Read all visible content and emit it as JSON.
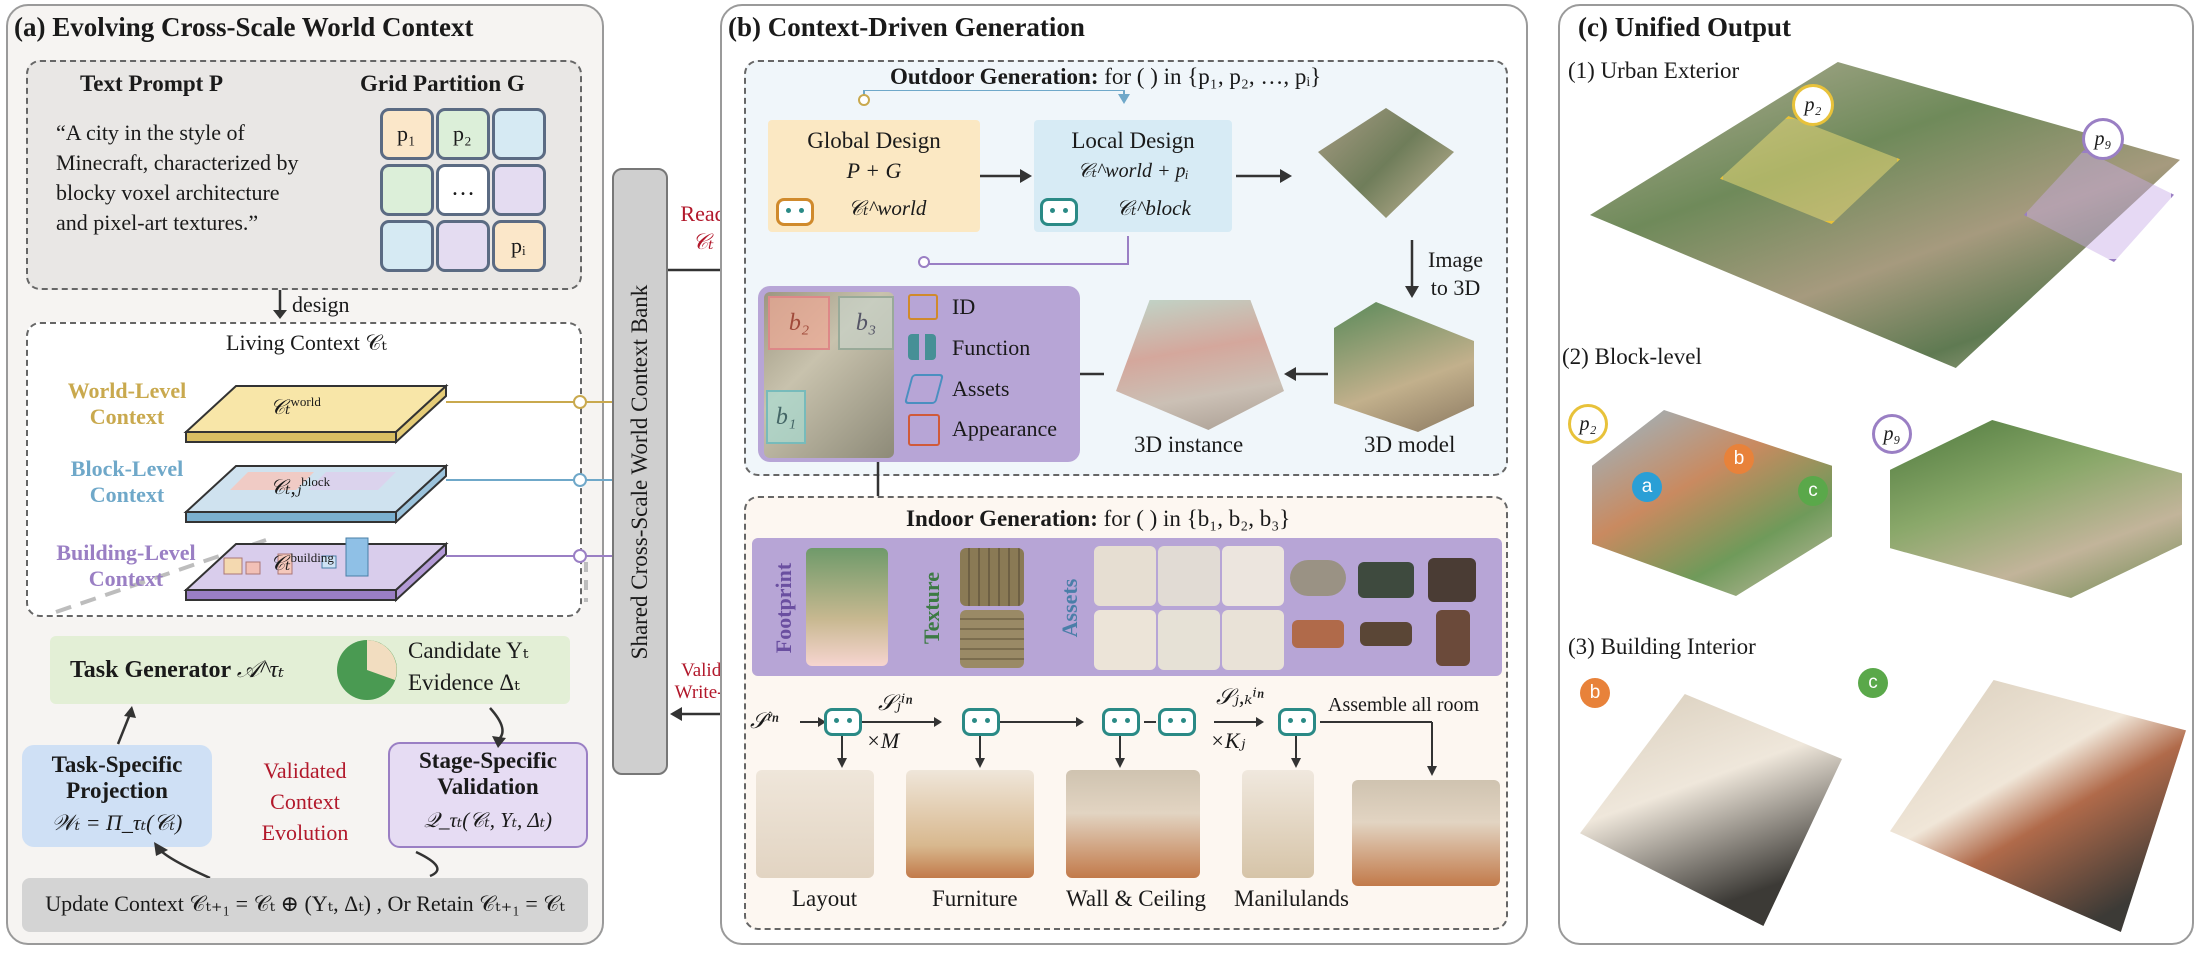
{
  "panel_a": {
    "title": "(a) Evolving Cross-Scale World Context",
    "prompt_title": "Text Prompt P",
    "prompt_text": [
      "“A city in the style of",
      "Minecraft, characterized by",
      "blocky voxel architecture",
      "and pixel-art textures.”"
    ],
    "grid_title": "Grid Partition G",
    "grid_cells": [
      "p₁",
      "p₂",
      "",
      "",
      "…",
      "",
      "",
      "",
      "pᵢ"
    ],
    "design_label": "design",
    "living_context": "Living Context 𝒞ₜ",
    "levels": [
      {
        "label": [
          "World-Level",
          "Context"
        ],
        "symbol": "𝒞ₜ",
        "sup": "world",
        "color": "#c9a94e"
      },
      {
        "label": [
          "Block-Level",
          "Context"
        ],
        "symbol": "𝒞ₜ,ⱼ",
        "sup": "block",
        "color": "#6fa8c9"
      },
      {
        "label": [
          "Building-Level",
          "Context"
        ],
        "symbol": "𝒞ₜ",
        "sup": "building",
        "color": "#9a7fc4"
      }
    ],
    "task_generator": "Task Generator",
    "task_generator_sym": "𝒜^τₜ",
    "candidate": "Candidate Yₜ",
    "evidence": "Evidence Δₜ",
    "projection_title": [
      "Task-Specific",
      "Projection"
    ],
    "projection_formula": "𝒲ₜ = Π_τₜ(𝒞ₜ)",
    "validation_title": [
      "Stage-Specific",
      "Validation"
    ],
    "validation_formula": "𝒬_τₜ(𝒞ₜ, Yₜ, Δₜ)",
    "evolution_label": [
      "Validated",
      "Context",
      "Evolution"
    ],
    "update_bar": "Update Context 𝒞ₜ₊₁ = 𝒞ₜ ⊕ (Yₜ, Δₜ) , Or Retain 𝒞ₜ₊₁ = 𝒞ₜ"
  },
  "bank": {
    "label": "Shared Cross-Scale World Context Bank",
    "read_label": [
      "Read",
      "𝒞ₜ"
    ],
    "write_label": [
      "Validated",
      "Write-back"
    ]
  },
  "panel_b": {
    "title": "(b) Context-Driven Generation",
    "outdoor_title": "Outdoor Generation:",
    "outdoor_loop": "for ( ) in {p₁, p₂, …, pᵢ}",
    "global_design": "Global Design",
    "global_input": "P + G",
    "global_output": "𝒞ₜ^world",
    "local_design": "Local Design",
    "local_input": "𝒞ₜ^world + pᵢ",
    "local_output": "𝒞ₜ^block",
    "image_to_3d": [
      "Image",
      "to 3D"
    ],
    "model_label": "3D model",
    "instance_label": "3D instance",
    "block_tags": [
      "b₂",
      "b₃",
      "b₁"
    ],
    "attributes": [
      "ID",
      "Function",
      "Assets",
      "Appearance"
    ],
    "indoor_title": "Indoor Generation:",
    "indoor_loop": "for ( ) in {b₁, b₂, b₃}",
    "strip_labels": [
      "Footprint",
      "Texture",
      "Assets"
    ],
    "seq_labels": [
      "𝒮ⁱⁿ",
      "𝒮ⱼⁱⁿ",
      "×M",
      "𝒮ⱼ,ₖⁱⁿ",
      "×Kⱼ"
    ],
    "assemble": "Assemble all room",
    "stages": [
      "Layout",
      "Furniture",
      "Wall & Ceiling",
      "Manilulands"
    ]
  },
  "panel_c": {
    "title": "(c) Unified Output",
    "sub1": "(1) Urban Exterior",
    "sub2": "(2) Block-level",
    "sub3": "(3) Building Interior",
    "tags": [
      "p₂",
      "p₉",
      "p₂",
      "p₉",
      "a",
      "b",
      "c",
      "b",
      "c"
    ]
  },
  "colors": {
    "world": "#f8e6a8",
    "block": "#cfe2ef",
    "building": "#d9cdec",
    "red_text": "#b2182b",
    "teal": "#2a8a86"
  }
}
